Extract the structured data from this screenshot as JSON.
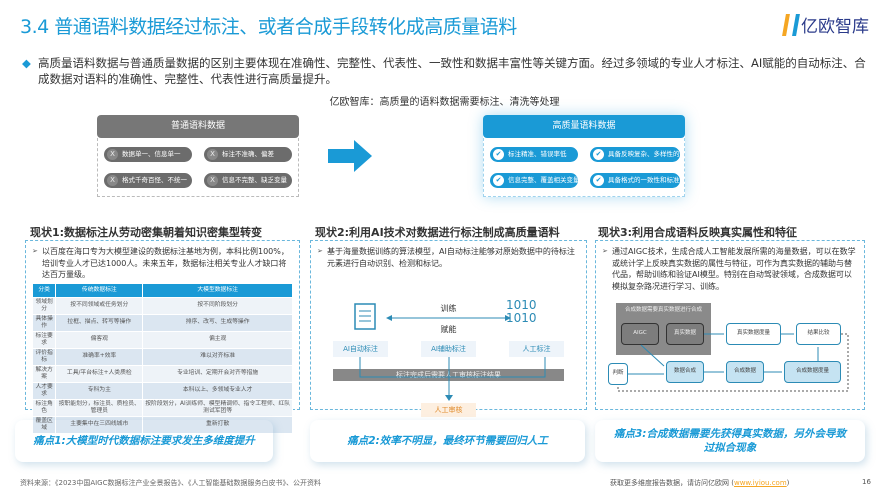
{
  "title": "3.4 普通语料数据经过标注、或者合成手段转化成高质量语料",
  "logo": "亿欧智库",
  "intro": "高质量语料数据与普通质量数据的区别主要体现在准确性、完整性、代表性、一致性和数据丰富性等关键方面。经过多领域的专业人才标注、AI赋能的自动标注、合成数据对语料的准确性、完整性、代表性进行高质量提升。",
  "subtitle": "亿欧智库：高质量的语料数据需要标注、清洗等处理",
  "normal": {
    "title": "普通语料数据",
    "items": [
      "数据单一、信息单一",
      "标注不准确、偏差",
      "格式千奇百怪、不统一",
      "信息不完整、缺乏变量"
    ]
  },
  "quality": {
    "title": "高质量语料数据",
    "items": [
      "标注精准、错误率低",
      "具备反映复杂、多样性的代表性",
      "信息完整、覆盖相关变量和特征",
      "具备格式的一致性和标准化"
    ]
  },
  "panel1": {
    "title": "现状1:数据标注从劳动密集朝着知识密集型转变",
    "text": "以百度在海口专为大模型建设的数据标注基地为例，本科比例100%，培训专业人才已达1000人。未来五年，数据标注相关专业人才缺口将达百万量级。",
    "headers": [
      "分类",
      "传统数据标注",
      "大模型数据标注"
    ],
    "rows": [
      [
        "领域划分",
        "按不同领域或任务划分",
        "按不同阶段划分"
      ],
      [
        "具体操作",
        "拉框、描点、转写等操作",
        "排序、改写、生成等操作"
      ],
      [
        "标注要求",
        "偏客观",
        "偏主观"
      ],
      [
        "评价指标",
        "准确率+效率",
        "难以对齐标准"
      ],
      [
        "解决方案",
        "工具/平台标注+人类质检",
        "专业培训、定期开会对齐等措施"
      ],
      [
        "人才要求",
        "专科为主",
        "本科以上、多领域专业人才"
      ],
      [
        "标注角色",
        "按职能划分，标注员、质检员、管理员",
        "按阶段划分，AI训练师、模型精调师、指令工程师、红队测试军团等"
      ],
      [
        "覆盖区域",
        "主要集中在三四线城市",
        "重新打散"
      ]
    ]
  },
  "panel2": {
    "title": "现状2:利用AI技术对数据进行标注制成高质量语料",
    "text": "基于海量数据训练的算法模型，AI自动标注能够对原始数据中的待标注元素进行自动识别、检测和标记。",
    "train": "训练",
    "empower": "赋能",
    "binary": "1010",
    "nodes": [
      "AI自动标注",
      "AI辅助标注",
      "人工标注"
    ],
    "bar": "标注完成后需要人工审核标注结果",
    "review": "人工审核"
  },
  "panel3": {
    "title": "现状3:利用合成语料反映真实属性和特征",
    "text": "通过AIGC技术，生成合成人工智能发展所需的海量数据，可以在数学或统计学上反映真实数据的属性与特征，可作为真实数据的辅助与替代品，帮助训练和验证AI模型。特别在自动驾驶领域，合成数据可以模拟复杂路况进行学习、训练。",
    "group": "合成数据需要真实数据进行合成",
    "aigc": "AIGC",
    "real": "真实数据",
    "realMeasure": "真实数据度量",
    "compare": "结果比较",
    "judge": "判断",
    "synth": "数据合成",
    "synData": "合成数据",
    "synMeasure": "合成数据度量"
  },
  "pains": [
    "痛点1:大模型时代数据标注要求发生多维度提升",
    "痛点2:效率不明显，最终环节需要回归人工",
    "痛点3:合成数据需要先获得真实数据，另外会导致过拟合现象"
  ],
  "footer": {
    "source": "资料来源：《2023中国AIGC数据标注产业全景报告》、《人工智能基础数据服务白皮书》、公开资料",
    "more": "获取更多维度报告数据，请访问亿欧网 (",
    "link": "www.iyiou.com",
    "close": ")",
    "page": "16"
  }
}
